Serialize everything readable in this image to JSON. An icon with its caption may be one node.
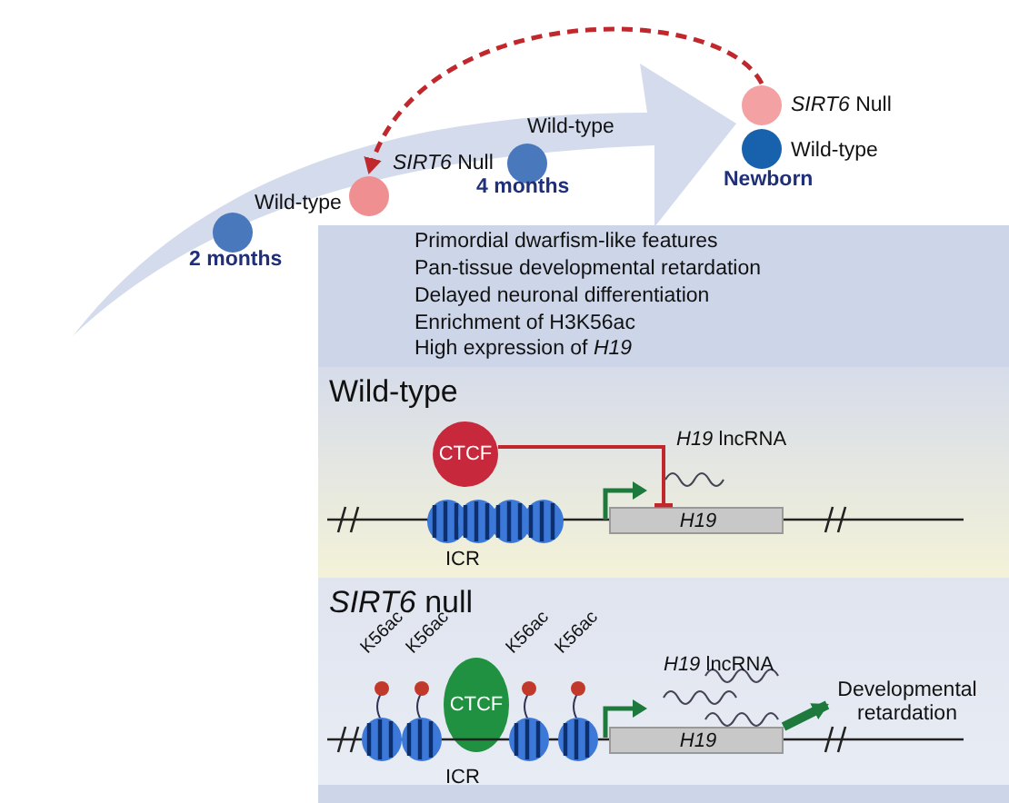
{
  "diagram": {
    "nodes": [
      {
        "text": [],
        "shape": "circle",
        "beside": [
          "Wild-type",
          "2 months"
        ]
      },
      {
        "text": [],
        "shape": "circle",
        "beside": [
          "*SIRT6* Null"
        ]
      },
      {
        "text": [],
        "shape": "circle",
        "beside": [
          "Wild-type",
          "4 months"
        ]
      },
      {
        "text": [],
        "shape": "circle",
        "beside": [
          "*SIRT6* Null"
        ]
      },
      {
        "text": [],
        "shape": "circle",
        "beside": [
          "Wild-type",
          "Newborn"
        ]
      },
      {
        "text": [
          "Primordial dwarfism-like features",
          "Pan-tissue developmental retardation",
          "Delayed neuronal differentiation",
          "Enrichment of H3K56ac",
          "High expression of *H19*"
        ]
      },
      {
        "text": [
          "Wild-type"
        ],
        "in": 5
      },
      {
        "text": [
          "CTCF"
        ],
        "in": 6,
        "beside": [
          "ICR"
        ]
      },
      {
        "text": [
          "H19"
        ],
        "in": 6,
        "beside": [
          "*H19* lncRNA"
        ]
      },
      {
        "text": [
          "*SIRT6* null"
        ],
        "in": 5
      },
      {
        "text": [
          "CTCF"
        ],
        "in": 9,
        "beside": [
          "ICR"
        ]
      },
      {
        "text": [
          "H19"
        ],
        "in": 9,
        "beside": [
          "*H19* lncRNA"
        ]
      },
      {
        "text": [
          "Developmental retardation"
        ],
        "in": 9
      }
    ],
    "edges": [
      {
        "from": 3,
        "to": 1,
        "arrow": "to",
        "style": "dashed",
        "color": "#c0282d"
      },
      {
        "from": 7,
        "to": 8,
        "arrow": "other",
        "color": "#c0282d"
      },
      {
        "from": 11,
        "to": 12,
        "arrow": "to",
        "style": "thick",
        "color": "#1e7a3c"
      }
    ],
    "labels": [
      "K56ac",
      "K56ac",
      "K56ac",
      "K56ac"
    ]
  }
}
